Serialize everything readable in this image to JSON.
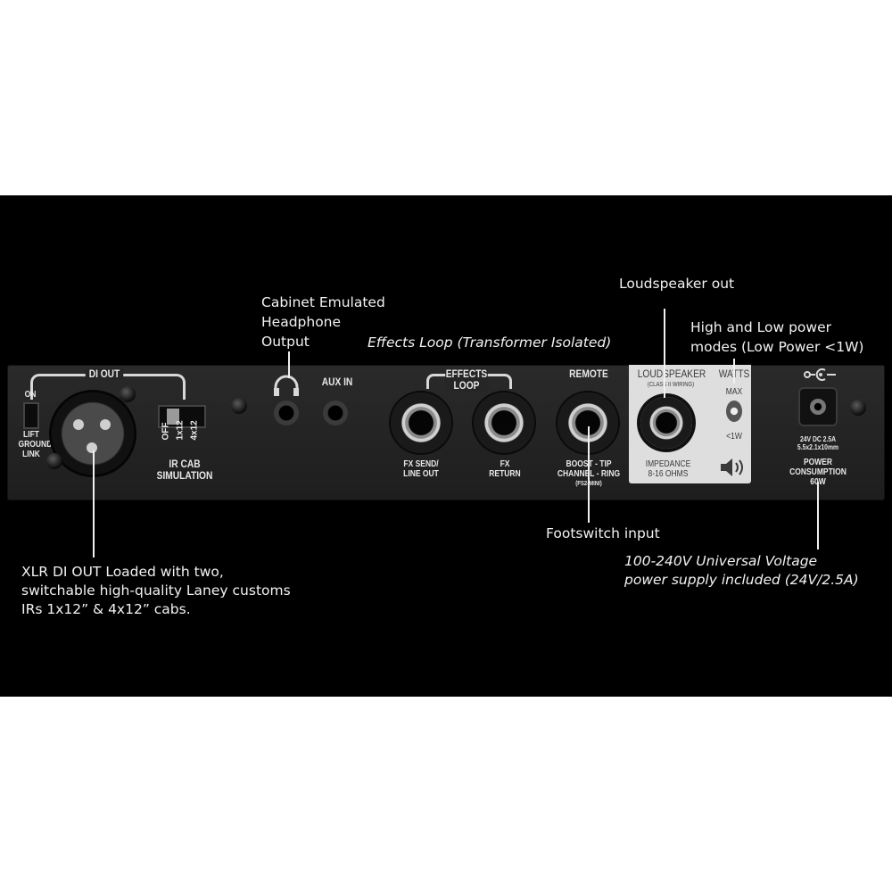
{
  "callouts": {
    "cabinet": [
      "Cabinet Emulated",
      "Headphone",
      "Output"
    ],
    "effects_loop": "Effects Loop (Transformer Isolated)",
    "loudspeaker_out": "Loudspeaker out",
    "power_modes": [
      "High and Low power",
      "modes (Low Power <1W)"
    ],
    "xlr": [
      "XLR DI OUT Loaded with two,",
      "switchable high-quality Laney customs",
      "IRs 1x12” & 4x12” cabs."
    ],
    "footswitch": "Footswitch input",
    "psu": [
      "100-240V Universal Voltage",
      "power supply included (24V/2.5A)"
    ]
  },
  "panel": {
    "di_out": "DI OUT",
    "on": "ON",
    "lift": [
      "LIFT",
      "GROUND",
      "LINK"
    ],
    "ir_options": [
      "OFF",
      "1x12",
      "4x12"
    ],
    "ir_cab": [
      "IR CAB",
      "SIMULATION"
    ],
    "aux_in": "AUX IN",
    "effects_loop": [
      "EFFECTS",
      "LOOP"
    ],
    "fx_send": [
      "FX SEND/",
      "LINE OUT"
    ],
    "fx_return": [
      "FX",
      "RETURN"
    ],
    "remote": "REMOTE",
    "remote_desc": [
      "BOOST - TIP",
      "CHANNEL - RING",
      "(FS2-MINI)"
    ],
    "loudspeaker": "LOUDSPEAKER",
    "class_ii": "(CLASS II WIRING)",
    "impedance": [
      "IMPEDANCE",
      "8-16 OHMS"
    ],
    "watts": "WATTS",
    "max": "MAX",
    "low": "<1W",
    "dc_rating": [
      "24V DC 2.5A",
      "5.5x2.1x10mm"
    ],
    "power_consumption": [
      "POWER",
      "CONSUMPTION",
      "60W"
    ]
  }
}
